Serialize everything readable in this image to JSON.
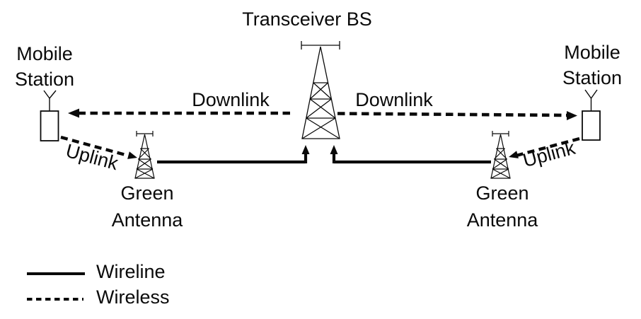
{
  "figure": {
    "type": "network-architecture-diagram",
    "background_color": "#ffffff",
    "ink_color": "#0a0a0a"
  },
  "nodes": {
    "transceiver_bs": {
      "label": "Transceiver BS",
      "icon": "lattice-tower"
    },
    "mobile_station_left": {
      "label": "Mobile\nStation",
      "icon": "mobile-handset"
    },
    "mobile_station_right": {
      "label": "Mobile\nStation",
      "icon": "mobile-handset"
    },
    "green_antenna_left": {
      "label": "Green\nAntenna",
      "icon": "small-lattice-antenna"
    },
    "green_antenna_right": {
      "label": "Green\nAntenna",
      "icon": "small-lattice-antenna"
    }
  },
  "links": {
    "downlink_left": {
      "label": "Downlink",
      "style": "dashed",
      "meaning": "wireless"
    },
    "downlink_right": {
      "label": "Downlink",
      "style": "dashed",
      "meaning": "wireless"
    },
    "uplink_left": {
      "label": "Uplink",
      "style": "dashed",
      "meaning": "wireless"
    },
    "uplink_right": {
      "label": "Uplink",
      "style": "dashed",
      "meaning": "wireless"
    },
    "wireline_left": {
      "style": "solid",
      "meaning": "wireline"
    },
    "wireline_right": {
      "style": "solid",
      "meaning": "wireline"
    }
  },
  "legend": {
    "items": [
      {
        "style": "solid",
        "label": "Wireline"
      },
      {
        "style": "dashed",
        "label": "Wireless"
      }
    ]
  }
}
